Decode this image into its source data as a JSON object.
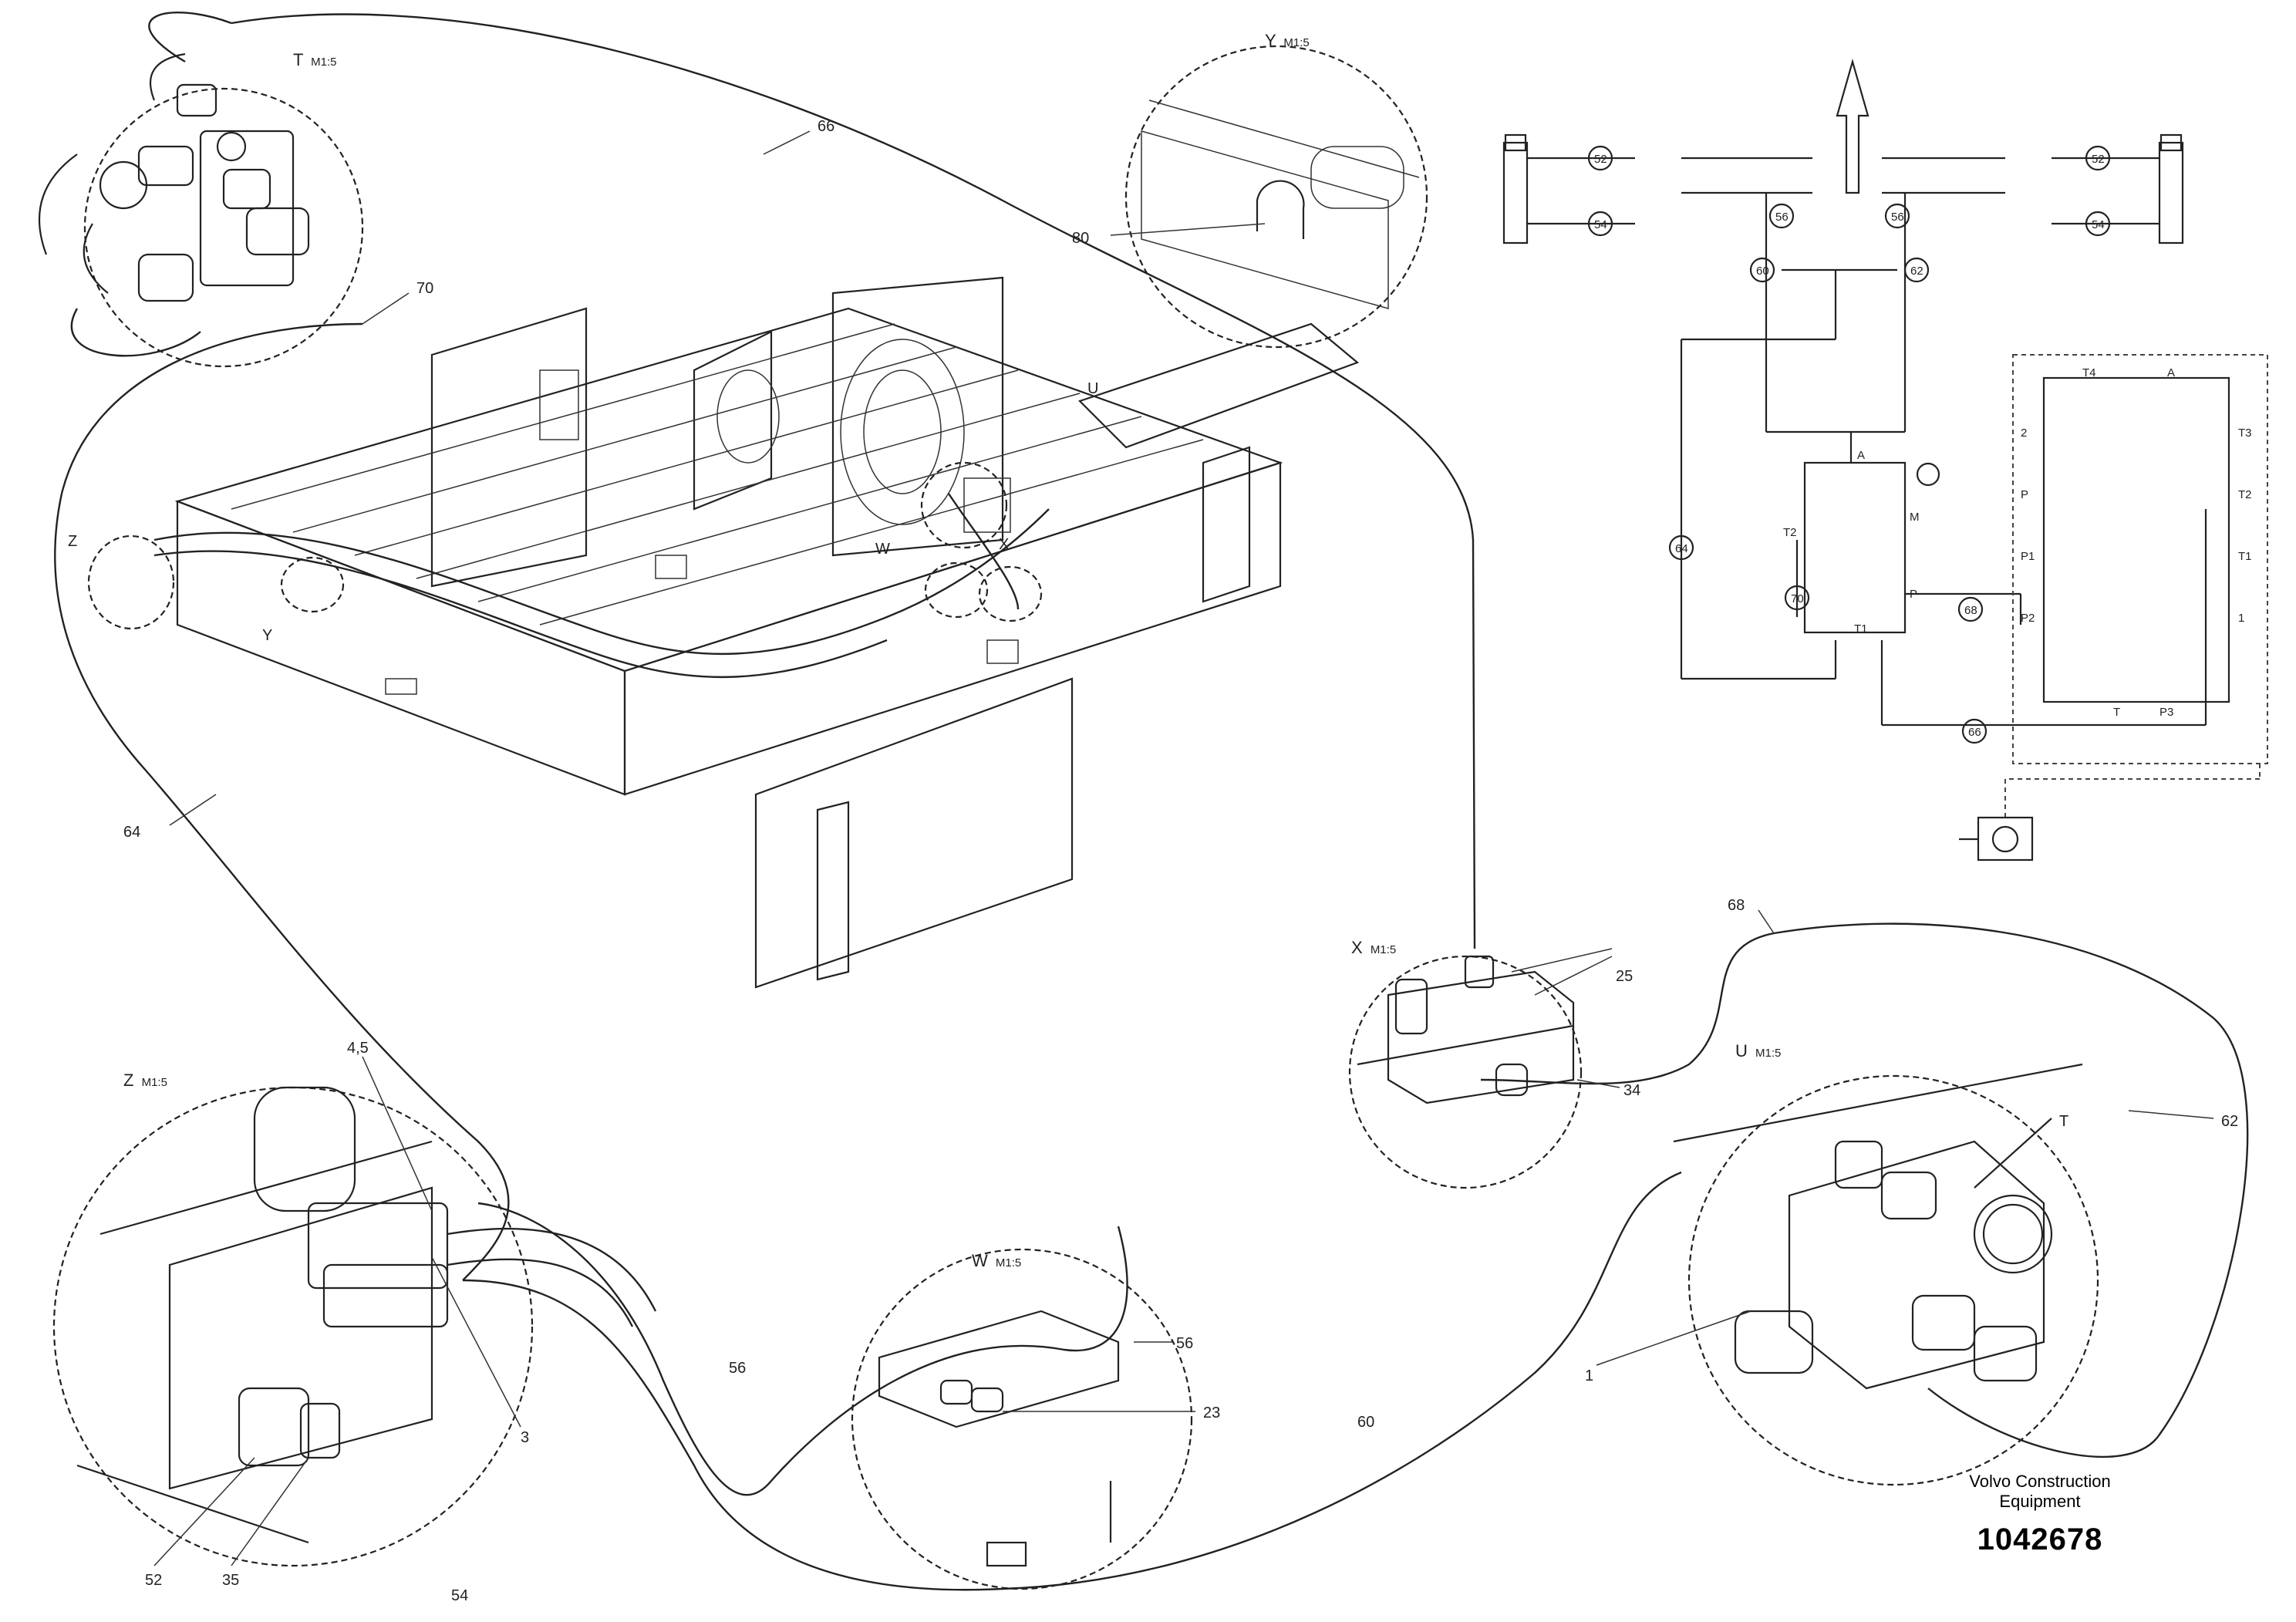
{
  "publisher": {
    "name_line1": "Volvo Construction",
    "name_line2": "Equipment",
    "document_number": "1042678"
  },
  "detail_views": {
    "T": {
      "letter": "T",
      "scale": "M1:5"
    },
    "Y": {
      "letter": "Y",
      "scale": "M1:5"
    },
    "X": {
      "letter": "X",
      "scale": "M1:5"
    },
    "U": {
      "letter": "U",
      "scale": "M1:5"
    },
    "Z": {
      "letter": "Z",
      "scale": "M1:5"
    },
    "W": {
      "letter": "W",
      "scale": "M1:5"
    }
  },
  "view_markers": {
    "z": "Z",
    "y": "Y",
    "w": "W",
    "x": "X",
    "u": "U"
  },
  "callouts": {
    "c66": "66",
    "c70": "70",
    "c80": "80",
    "c64": "64",
    "c68": "68",
    "c25": "25",
    "c34": "34",
    "c62": "62",
    "c45": "4,5",
    "c56a": "56",
    "c56b": "56",
    "c23": "23",
    "c60": "60",
    "c1": "1",
    "c3": "3",
    "c52": "52",
    "c35": "35",
    "c54": "54",
    "cT": "T"
  },
  "schematic": {
    "hose_markers": {
      "h52l": "52",
      "h54l": "54",
      "h52r": "52",
      "h54r": "54",
      "h56l": "56",
      "h56r": "56",
      "h60": "60",
      "h62": "62",
      "h64": "64",
      "h70": "70",
      "h68": "68",
      "h66": "66"
    },
    "valve_ports": {
      "A": "A",
      "M": "M",
      "T2": "T2",
      "P": "P",
      "T1": "T1"
    },
    "block_ports": {
      "T4": "T4",
      "A": "A",
      "p2": "2",
      "T3": "T3",
      "P": "P",
      "T2": "T2",
      "P1": "P1",
      "T1": "T1",
      "P2": "P2",
      "p1": "1",
      "T": "T",
      "P3": "P3"
    }
  }
}
